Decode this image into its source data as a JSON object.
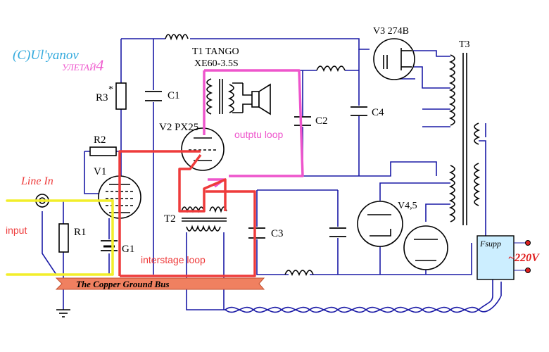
{
  "title": {
    "author": "(C)Ul'yanov",
    "author_cyrillic": "УЛЕТАЙ",
    "author_suffix": "4"
  },
  "labels": {
    "t1_name": "T1 TANGO",
    "t1_model": "XE60-3.5S",
    "v3": "V3  274B",
    "t3": "T3",
    "r3": "R3",
    "r3_star": "*",
    "c1": "C1",
    "c2": "C2",
    "c3": "C3",
    "c4": "C4",
    "r1": "R1",
    "r2": "R2",
    "v1": "V1",
    "v2": "V2 PX25",
    "t2": "T2",
    "g1": "G1",
    "v45": "V4,5",
    "line_in": "Line In",
    "input": "input",
    "output_loop": "outptu loop",
    "interstage_loop": "interstage loop",
    "ground_bus": "The Copper Ground Bus",
    "fsupp": "Fsupp",
    "mains": "~220V"
  },
  "colors": {
    "wire": "#1a1aa6",
    "component": "#000000",
    "input_highlight": "#f2ee2a",
    "output_loop": "#ee55cc",
    "interstage_loop": "#ee3b3b",
    "ground_bus": "#f08060",
    "title": "#33aadd",
    "title_cyrillic": "#ee55cc",
    "mains": "#e02020",
    "fsupp_fill": "#cceeff"
  }
}
